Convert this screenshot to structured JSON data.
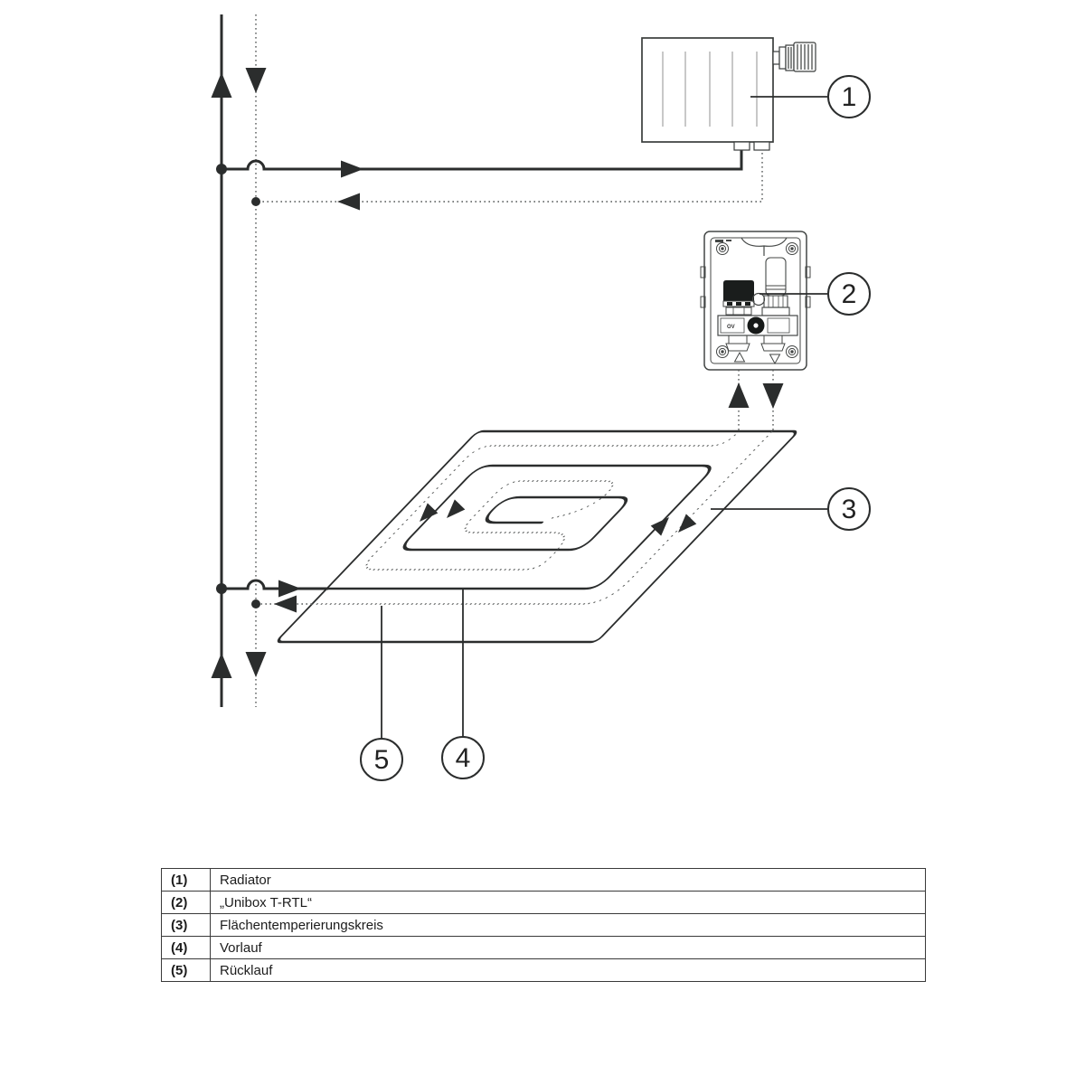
{
  "diagram": {
    "callouts": [
      {
        "number": "1"
      },
      {
        "number": "2"
      },
      {
        "number": "3"
      },
      {
        "number": "4"
      },
      {
        "number": "5"
      }
    ],
    "unibox_marking": "OV",
    "colors": {
      "line": "#2b2d2d",
      "dotted": "#565958",
      "outline": "#3a3d3c",
      "radiator_fins": "#9a9a9a"
    }
  },
  "legend": {
    "rows": [
      {
        "key": "(1)",
        "label": "Radiator"
      },
      {
        "key": "(2)",
        "label": "„Unibox T-RTL“"
      },
      {
        "key": "(3)",
        "label": "Flächentemperierungskreis"
      },
      {
        "key": "(4)",
        "label": "Vorlauf"
      },
      {
        "key": "(5)",
        "label": "Rücklauf"
      }
    ]
  }
}
